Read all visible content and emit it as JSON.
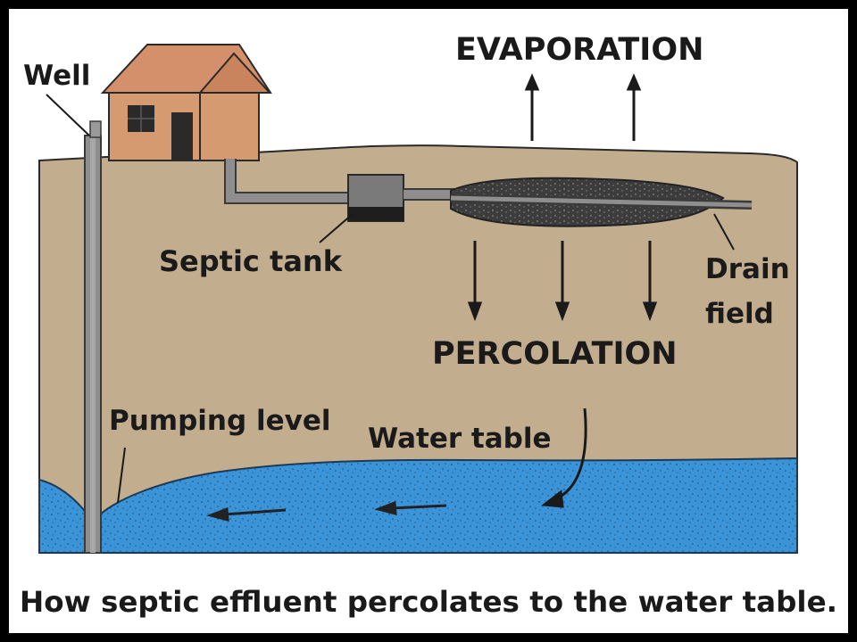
{
  "labels": {
    "well": "Well",
    "evaporation": "EVAPORATION",
    "septic_tank": "Septic tank",
    "drain_line1": "Drain",
    "drain_line2": "field",
    "percolation": "PERCOLATION",
    "pumping_level": "Pumping level",
    "water_table": "Water table"
  },
  "caption": "How septic effluent percolates to the water table.",
  "colors": {
    "background": "#000000",
    "panel": "#ffffff",
    "soil": "#c2ad8f",
    "water": "#3b93d8",
    "house_wall": "#d69a70",
    "house_roof": "#d4906a",
    "pipe": "#8e8e8e",
    "drain_field": "#4a4a4a",
    "ink": "#1a1a1a"
  }
}
